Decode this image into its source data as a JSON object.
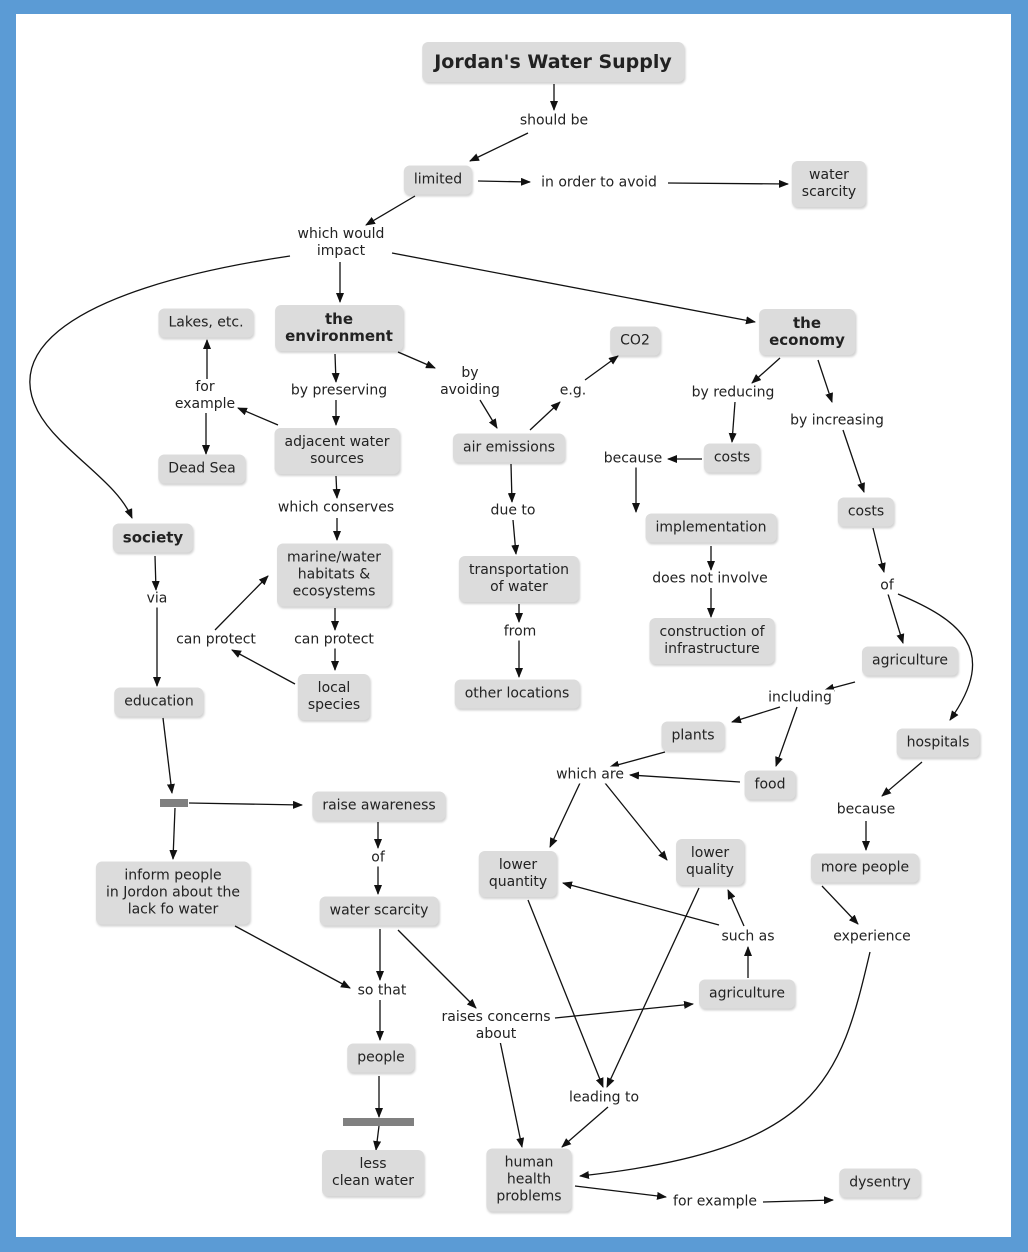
{
  "title": "Jordan's Water Supply",
  "concepts": {
    "limited": "limited",
    "water_scarcity_top": "water\nscarcity",
    "environment": "the\nenvironment",
    "economy": "the\neconomy",
    "lakes": "Lakes, etc.",
    "dead_sea": "Dead Sea",
    "adjacent_water": "adjacent water\nsources",
    "co2": "CO2",
    "air_emissions": "air emissions",
    "costs_reduce": "costs",
    "costs_increase": "costs",
    "implementation": "implementation",
    "construction": "construction of\ninfrastructure",
    "society": "society",
    "marine": "marine/water\nhabitats &\necosystems",
    "transportation": "transportation\nof water",
    "local_species": "local\nspecies",
    "other_locations": "other locations",
    "education": "education",
    "agriculture_top": "agriculture",
    "plants": "plants",
    "hospitals": "hospitals",
    "food": "food",
    "raise_awareness": "raise awareness",
    "inform_people": "inform people\nin Jordon about the\nlack fo water",
    "water_scarcity_low": "water scarcity",
    "lower_quantity": "lower\nquantity",
    "lower_quality": "lower\nquality",
    "more_people": "more people",
    "agriculture_low": "agriculture",
    "people": "people",
    "less_clean_water": "less\nclean water",
    "human_health": "human\nhealth\nproblems",
    "dysentry": "dysentry"
  },
  "links": {
    "should_be": "should be",
    "in_order_to_avoid": "in order to avoid",
    "which_would_impact": "which would\nimpact",
    "for_example_1": "for\nexample",
    "by_preserving": "by preserving",
    "by_avoiding": "by\navoiding",
    "eg": "e.g.",
    "by_reducing": "by reducing",
    "by_increasing": "by increasing",
    "because_1": "because",
    "which_conserves": "which conserves",
    "due_to": "due to",
    "does_not_involve": "does not involve",
    "via": "via",
    "of_1": "of",
    "can_protect_1": "can protect",
    "can_protect_2": "can protect",
    "from": "from",
    "including": "including",
    "which_are": "which are",
    "because_2": "because",
    "of_2": "of",
    "such_as": "such as",
    "experience": "experience",
    "so_that": "so that",
    "raises_concerns": "raises concerns\nabout",
    "leading_to": "leading to",
    "for_example_2": "for example"
  }
}
